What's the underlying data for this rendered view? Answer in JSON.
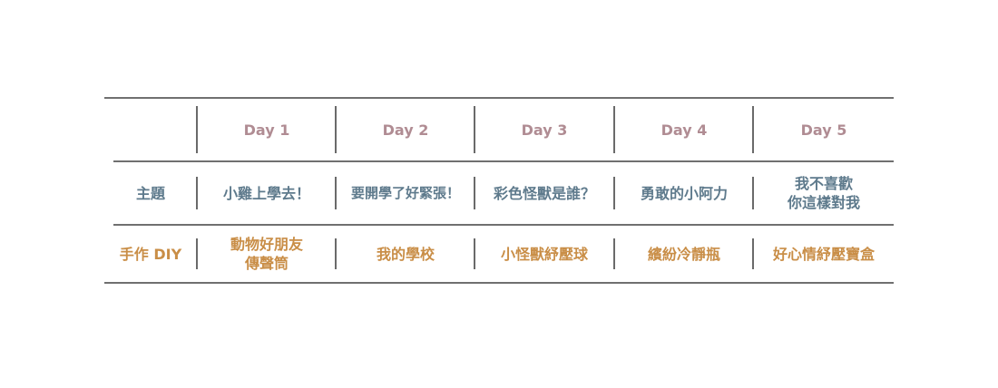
{
  "header": {
    "corner": "",
    "days": [
      "Day 1",
      "Day 2",
      "Day 3",
      "Day 4",
      "Day 5"
    ]
  },
  "theme": {
    "label": "主題",
    "items": [
      "小雞上學去！",
      "要開學了好緊張！",
      "彩色怪獸是誰？",
      "勇敢的小阿力",
      "我不喜歡\n你這樣對我"
    ]
  },
  "diy": {
    "label": "手作 DIY",
    "items": [
      "動物好朋友\n傳聲筒",
      "我的學校",
      "小怪獸紓壓球",
      "繽紛冷靜瓶",
      "好心情紓壓寶盒"
    ]
  },
  "colors": {
    "day": "#b08c93",
    "theme": "#5e7a8c",
    "diy": "#c98e47",
    "rule": "#707070"
  }
}
